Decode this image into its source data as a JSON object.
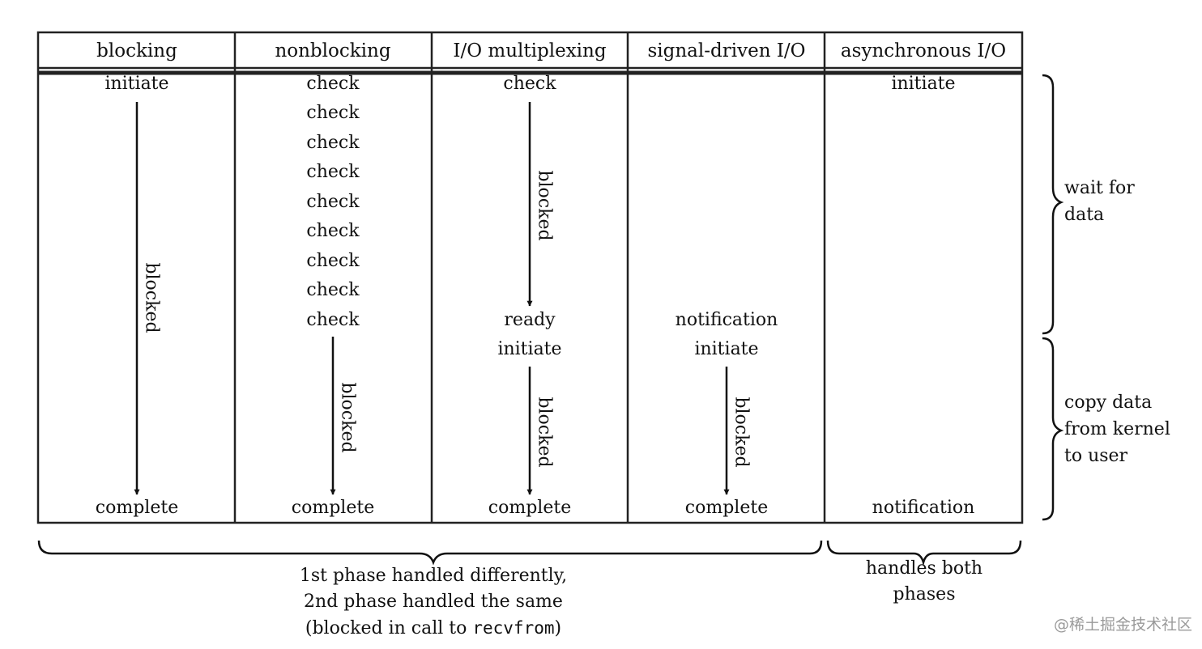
{
  "headers": [
    "blocking",
    "nonblocking",
    "I/O multiplexing",
    "signal-driven I/O",
    "asynchronous I/O"
  ],
  "columns": {
    "blocking": {
      "start": "initiate",
      "blocked": "blocked",
      "end": "complete"
    },
    "nonblocking": {
      "checks": [
        "check",
        "check",
        "check",
        "check",
        "check",
        "check",
        "check",
        "check",
        "check"
      ],
      "blocked": "blocked",
      "end": "complete"
    },
    "multiplexing": {
      "check": "check",
      "blocked1": "blocked",
      "ready": "ready",
      "initiate": "initiate",
      "blocked2": "blocked",
      "end": "complete"
    },
    "signal": {
      "notification": "notification",
      "initiate": "initiate",
      "blocked": "blocked",
      "end": "complete"
    },
    "async": {
      "start": "initiate",
      "end": "notification"
    }
  },
  "phases": {
    "wait": [
      "wait for",
      "data"
    ],
    "copy": [
      "copy data",
      "from kernel",
      "to user"
    ]
  },
  "footer": {
    "left_line1": "1st phase handled differently,",
    "left_line2": "2nd phase handled the same",
    "left_line3_prefix": "(blocked in call to ",
    "left_line3_code": "recvfrom",
    "left_line3_suffix": ")",
    "right_line1": "handles both",
    "right_line2": "phases"
  },
  "watermark": "@稀土掘金技术社区"
}
